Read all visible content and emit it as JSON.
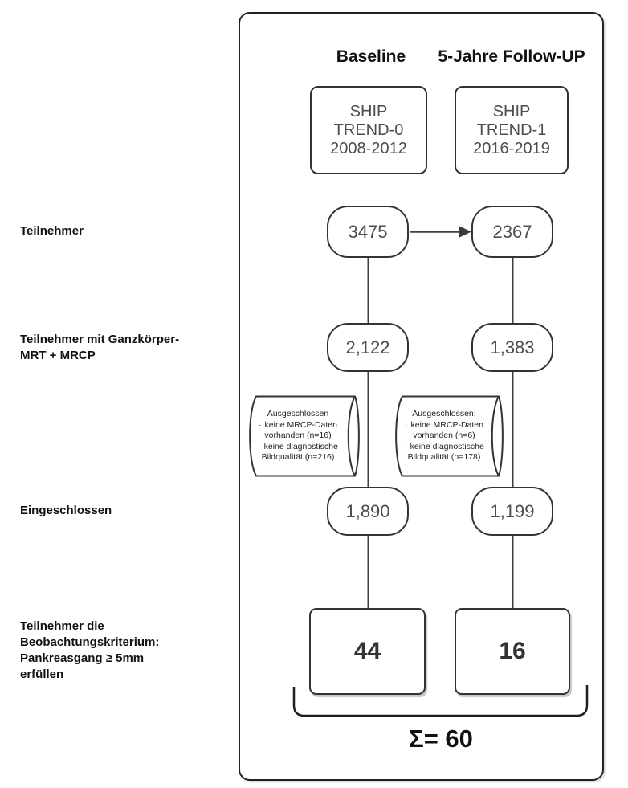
{
  "columns": [
    {
      "header": "Baseline",
      "cohort": [
        "SHIP",
        "TREND-0",
        "2008-2012"
      ]
    },
    {
      "header": "5-Jahre Follow-UP",
      "cohort": [
        "SHIP",
        "TREND-1",
        "2016-2019"
      ]
    }
  ],
  "row_labels": [
    {
      "lines": [
        "Teilnehmer"
      ]
    },
    {
      "lines": [
        "Teilnehmer mit Ganzkörper-",
        "MRT + MRCP"
      ]
    },
    {
      "lines": [
        "Eingeschlossen"
      ]
    },
    {
      "lines": [
        "Teilnehmer die",
        "Beobachtungskriterium:",
        "Pankreasgang ≥ 5mm",
        "erfüllen"
      ]
    }
  ],
  "nodes": {
    "teilnehmer": [
      "3475",
      "2367"
    ],
    "mrt_mrcp": [
      "2,122",
      "1,383"
    ],
    "eingeschlossen": [
      "1,890",
      "1,199"
    ],
    "kriterium": [
      "44",
      "16"
    ]
  },
  "exclusions": [
    {
      "title": "Ausgeschlossen",
      "bullet": "·",
      "items": [
        [
          "keine MRCP-Daten",
          "vorhanden (n=16)"
        ],
        [
          "keine diagnostische",
          "Bildqualität (n=216)"
        ]
      ]
    },
    {
      "title": "Ausgeschlossen:",
      "bullet": "·",
      "items": [
        [
          "keine MRCP-Daten",
          "vorhanden (n=6)"
        ],
        [
          "keine diagnostische",
          "Bildqualität (n=178)"
        ]
      ]
    }
  ],
  "summary": {
    "sigma": "Σ= 60"
  },
  "colors": {
    "stroke": "#333333",
    "connector": "#3f3f3f",
    "text_primary": "#111111",
    "text_secondary": "#4d4d4d",
    "background": "#ffffff"
  }
}
